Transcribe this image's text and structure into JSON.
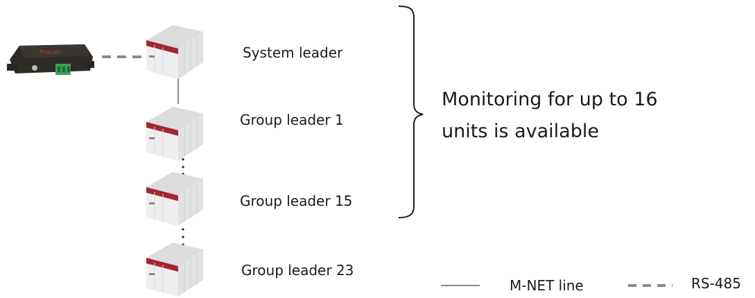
{
  "controller": {
    "brand_text": "Procon",
    "icon": "procon-controller-icon"
  },
  "units": [
    {
      "label": "System leader",
      "icon": "storage-unit-icon"
    },
    {
      "label": "Group leader 1",
      "icon": "storage-unit-icon"
    },
    {
      "label": "Group leader 15",
      "icon": "storage-unit-icon"
    },
    {
      "label": "Group leader 23",
      "icon": "storage-unit-icon"
    }
  ],
  "annotation": {
    "line1": "Monitoring for up to 16",
    "line2": "units is available"
  },
  "legend": {
    "mnet_label": "M-NET line",
    "rs485_label": "RS-485"
  },
  "colors": {
    "unit_stripe": "#a3262e",
    "unit_body": "#eeeeee",
    "line": "#8a8a8a",
    "controller_body": "#2e2a26",
    "connector": "#3aa05a",
    "text": "#1a1a1a"
  }
}
